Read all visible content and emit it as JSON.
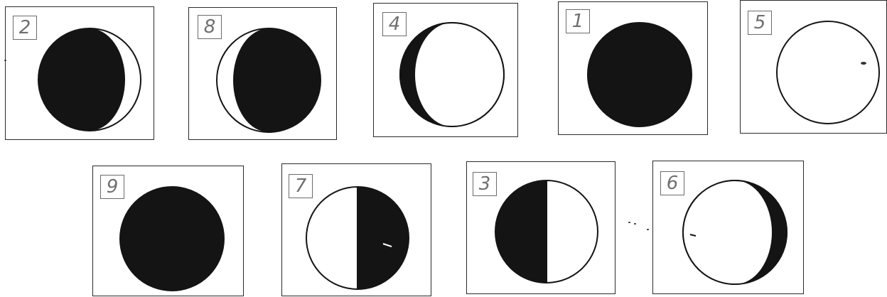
{
  "colors": {
    "ink": "#141414",
    "paper": "#ffffff",
    "digit": "#6f6f6f"
  },
  "phases": [
    {
      "number": "2",
      "illustration": "waning-crescent"
    },
    {
      "number": "8",
      "illustration": "waxing-crescent"
    },
    {
      "number": "4",
      "illustration": "waning-gibbous"
    },
    {
      "number": "1",
      "illustration": "new-moon"
    },
    {
      "number": "5",
      "illustration": "full-moon"
    },
    {
      "number": "9",
      "illustration": "new-moon"
    },
    {
      "number": "7",
      "illustration": "first-quarter"
    },
    {
      "number": "3",
      "illustration": "last-quarter"
    },
    {
      "number": "6",
      "illustration": "waxing-gibbous"
    }
  ]
}
